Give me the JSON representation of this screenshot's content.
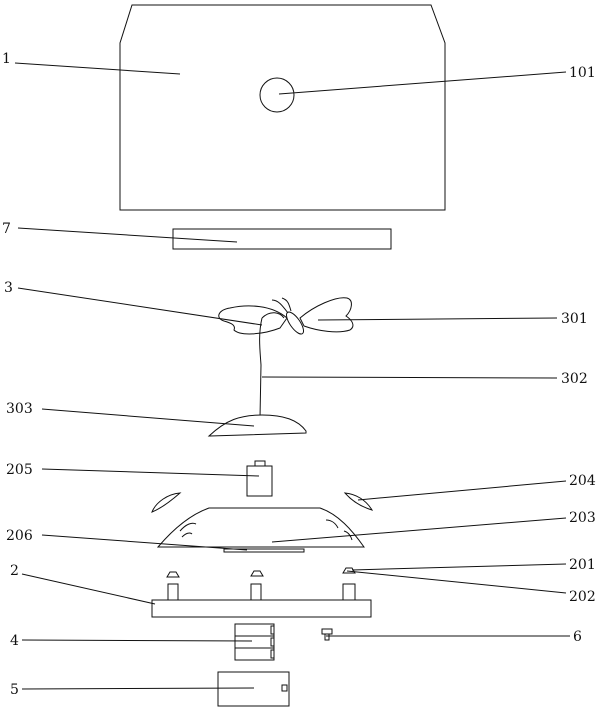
{
  "labels": {
    "l1": "1",
    "l101": "101",
    "l7": "7",
    "l3": "3",
    "l301": "301",
    "l302": "302",
    "l303": "303",
    "l205": "205",
    "l204": "204",
    "l206": "206",
    "l203": "203",
    "l2": "2",
    "l201": "201",
    "l202": "202",
    "l4": "4",
    "l6": "6",
    "l5": "5"
  }
}
